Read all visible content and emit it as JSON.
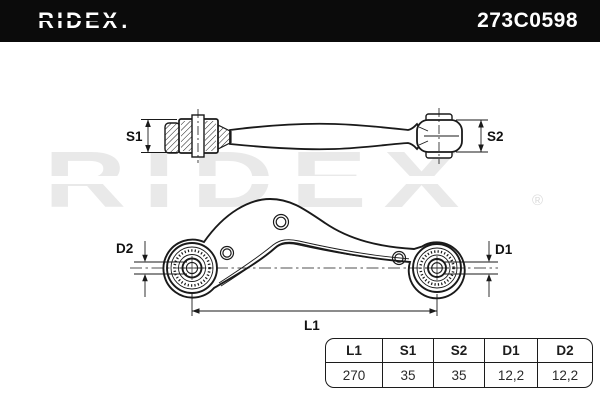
{
  "header": {
    "brand": "RIDEX",
    "brand_suffix": ".",
    "part_number": "273C0598"
  },
  "watermark": {
    "text": "RIDEX",
    "registered_mark": "®"
  },
  "diagram": {
    "labels": {
      "s1": "S1",
      "s2": "S2",
      "d1": "D1",
      "d2": "D2",
      "l1": "L1"
    }
  },
  "dimensions_table": {
    "columns": [
      "L1",
      "S1",
      "S2",
      "D1",
      "D2"
    ],
    "values": [
      "270",
      "35",
      "35",
      "12,2",
      "12,2"
    ]
  },
  "colors": {
    "header_bg": "#0b0b0b",
    "line": "#1a1a1a",
    "watermark": "#e9e9e9",
    "text_on_dark": "#ffffff"
  }
}
